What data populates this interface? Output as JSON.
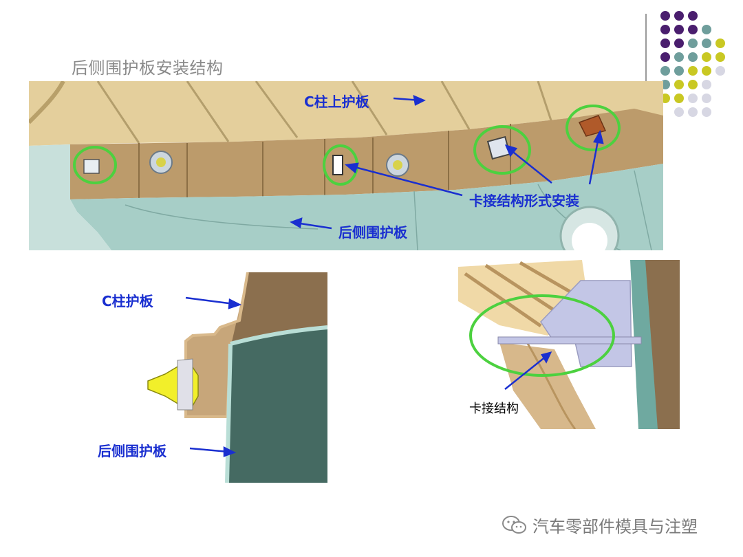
{
  "slide": {
    "title": "后侧围护板安装结构"
  },
  "top_figure": {
    "labels": {
      "c_pillar_upper": "C柱上护板",
      "snap_install": "卡接结构形式安装",
      "rear_side_panel": "后侧围护板"
    }
  },
  "bottom_left_figure": {
    "labels": {
      "c_pillar": "C柱护板",
      "rear_side_panel": "后侧围护板"
    }
  },
  "bottom_right_figure": {
    "labels": {
      "snap_structure": "卡接结构"
    }
  },
  "watermark": {
    "text": "汽车零部件模具与注塑",
    "icon": "wechat-icon"
  },
  "decor": {
    "dot_colors": {
      "purple": "#4a1e6e",
      "teal": "#6f9e9c",
      "olive": "#c9c823",
      "light": "#d7d7e3"
    },
    "callout_color": "#4cd13f",
    "label_color": "#1a2fd0"
  }
}
